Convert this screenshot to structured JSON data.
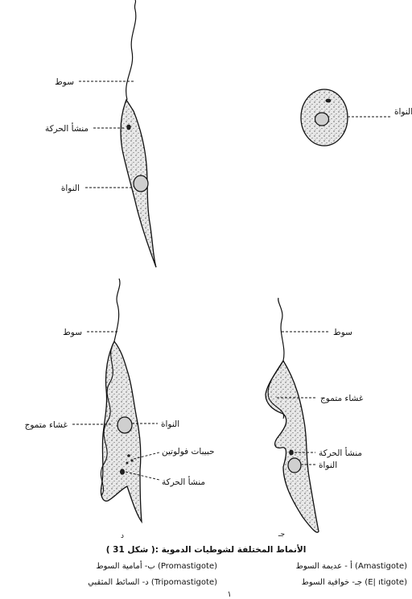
{
  "labels": {
    "flagellum": "سوط",
    "kinetoplast": "منشأ الحركة",
    "nucleus": "النواة",
    "undulating_membrane": "غشاء متموج",
    "volutin_granules": "حبيبات فولوتين"
  },
  "panel_letters": {
    "d": "د",
    "c": "جـ"
  },
  "caption": {
    "title": "( شكل 31 ): الأنماط المختلفة لشوطيات الدموية",
    "line1_right": "أ - عديمة السوط (Amastigote)",
    "line1_left": "ب- أمامية السوط (Promastigote)",
    "line2_right": "جـ- خوافية السوط (E|  ıtigote)",
    "line2_left": "د- السائط المثقبي (Tripomastigote)",
    "page_mark": "١"
  }
}
